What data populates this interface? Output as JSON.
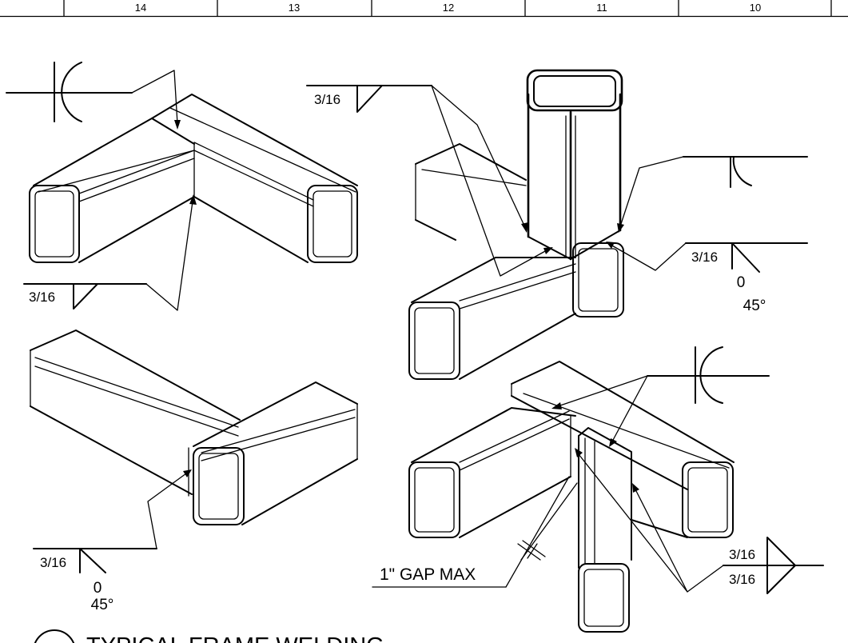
{
  "zone_labels": [
    "14",
    "13",
    "12",
    "11",
    "10"
  ],
  "weld_size": "3/16",
  "root_opening": "0",
  "groove_angle": "45°",
  "gap_note": "1\" GAP MAX",
  "title": "TYPICAL FRAME WELDING"
}
